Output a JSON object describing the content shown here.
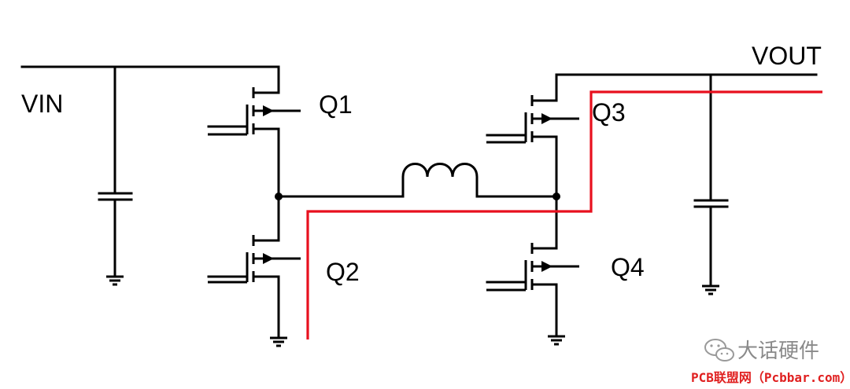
{
  "labels": {
    "vin": "VIN",
    "vout": "VOUT",
    "q1": "Q1",
    "q2": "Q2",
    "q3": "Q3",
    "q4": "Q4"
  },
  "watermark": {
    "brand": "大话硬件",
    "site": "PCB联盟网（Pcbbar.com）"
  },
  "colors": {
    "wire": "#000000",
    "current_path": "#e8101e"
  }
}
